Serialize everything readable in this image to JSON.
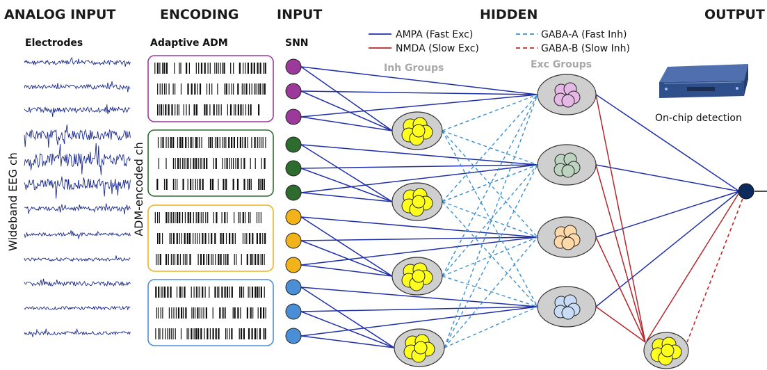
{
  "headers": {
    "analog_input": "ANALOG INPUT",
    "encoding": "ENCODING",
    "input": "INPUT",
    "hidden": "HIDDEN",
    "output": "OUTPUT"
  },
  "subheaders": {
    "electrodes": "Electrodes",
    "adaptive_adm": "Adaptive ADM",
    "snn": "SNN",
    "inh_groups": "Inh Groups",
    "exc_groups": "Exc Groups"
  },
  "axis_labels": {
    "wideband": "Wideband EEG ch",
    "adm_encoded": "ADM-encoded ch"
  },
  "legend": {
    "ampa": "AMPA (Fast Exc)",
    "nmda": "NMDA (Slow Exc)",
    "gaba_a": "GABA-A (Fast Inh)",
    "gaba_b": "GABA-B (Slow Inh)"
  },
  "device_caption": "On-chip detection",
  "colors": {
    "ampa": "#1f2fa8",
    "nmda": "#b3262a",
    "gaba_a": "#3a8fd0",
    "gaba_b": "#c62828",
    "eeg": "#1a2a8c",
    "group_purple": "#9c3a9c",
    "group_green": "#2e6b2e",
    "group_orange": "#f2b21a",
    "group_blue": "#4a8fd6",
    "inh_fill": "#ffff1e",
    "exc_purple": "#e6b8e6",
    "exc_green": "#bcd3bf",
    "exc_orange": "#ffd9a8",
    "exc_blue": "#c9dcf5",
    "output_neuron": "#0d2a5c",
    "ellipse_fill": "#cfcfcf"
  }
}
